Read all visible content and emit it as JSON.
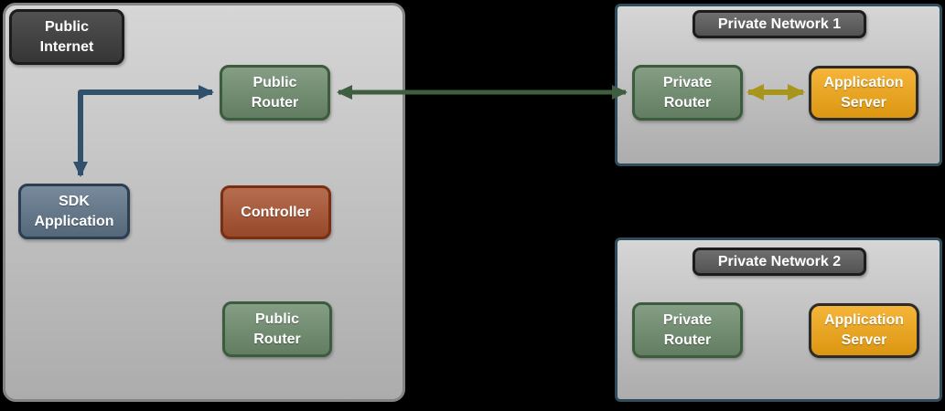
{
  "colors": {
    "page_bg": "#000000",
    "zone_fill": "#c6c6c6",
    "zone_border_gray": "#848484",
    "zone_border_blue": "#2f4c5c",
    "badge_dark_fill": "#3d3d3d",
    "badge_dark_border": "#1c1c1c",
    "badge_net_fill": "#5e5e5e",
    "green_fill": "#6d8b6d",
    "green_border": "#3d5c3d",
    "blue_fill": "#5e7488",
    "blue_border": "#2b3e52",
    "red_fill": "#a8512e",
    "red_border": "#7b2f12",
    "orange_fill": "#f4a713",
    "orange_border": "#2b2b2b",
    "arrow_navy": "#31506b",
    "arrow_green": "#3f5e3f",
    "arrow_olive": "#a8951b",
    "label_text": "#ffffff"
  },
  "zones": {
    "public_internet": {
      "label": "Public\nInternet",
      "nodes": {
        "public_router_top": {
          "label": "Public\nRouter"
        },
        "sdk_application": {
          "label": "SDK\nApplication"
        },
        "controller": {
          "label": "Controller"
        },
        "public_router_bottom": {
          "label": "Public\nRouter"
        }
      }
    },
    "private_network_1": {
      "label": "Private Network 1",
      "nodes": {
        "private_router": {
          "label": "Private\nRouter"
        },
        "application_server": {
          "label": "Application\nServer"
        }
      }
    },
    "private_network_2": {
      "label": "Private Network 2",
      "nodes": {
        "private_router": {
          "label": "Private\nRouter"
        },
        "application_server": {
          "label": "Application\nServer"
        }
      }
    }
  },
  "connections": [
    {
      "from": "sdk-application",
      "to": "public-router-top",
      "shape": "elbow",
      "color": "navy",
      "bidirectional": true
    },
    {
      "from": "public-router-top",
      "to": "private-network-1.private-router",
      "shape": "straight",
      "color": "green",
      "bidirectional": true
    },
    {
      "from": "private-network-1.private-router",
      "to": "private-network-1.application-server",
      "shape": "straight",
      "color": "olive",
      "bidirectional": true
    }
  ]
}
